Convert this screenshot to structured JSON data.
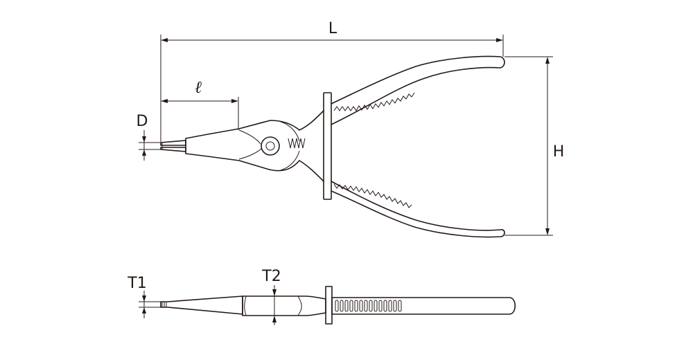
{
  "labels": {
    "length": "L",
    "nose_length": "ℓ",
    "tip_diameter": "D",
    "height": "H",
    "tip_thickness": "T1",
    "joint_thickness": "T2"
  },
  "colors": {
    "stroke": "#231815",
    "background": "#ffffff"
  }
}
